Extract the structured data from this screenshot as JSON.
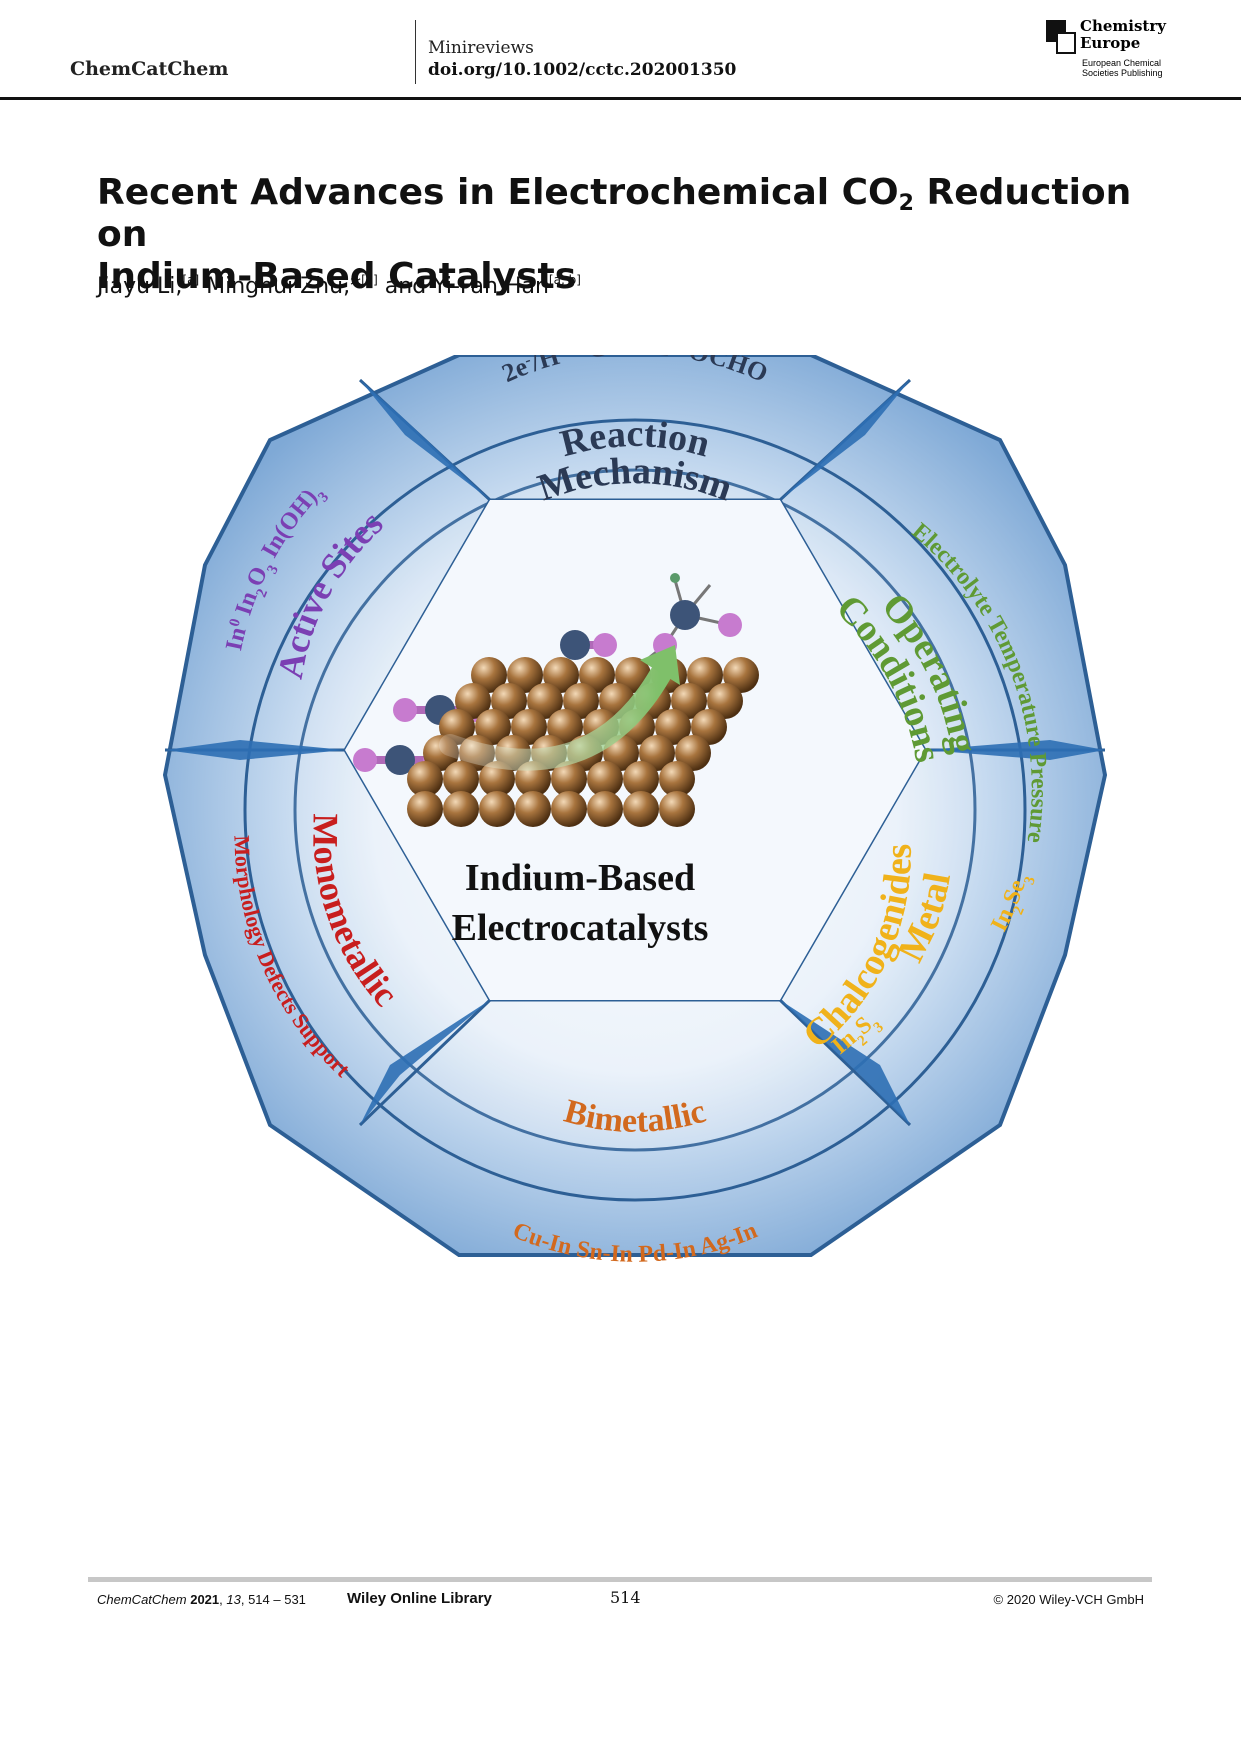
{
  "header": {
    "journal": "ChemCatChem",
    "section": "Minireviews",
    "doi": "doi.org/10.1002/cctc.202001350",
    "logo_line1": "Chemistry",
    "logo_line2": "Europe",
    "logo_sub1": "European Chemical",
    "logo_sub2": "Societies Publishing"
  },
  "article": {
    "title_part1": "Recent Advances in Electrochemical CO",
    "title_sub": "2",
    "title_part2": " Reduction on",
    "title_line2": "Indium-Based Catalysts",
    "authors": [
      {
        "name": "Jiayu Li,",
        "aff": "[a]"
      },
      {
        "name": " Minghui Zhu,*",
        "aff": "[a]"
      },
      {
        "name": " and Yi-Fan Han",
        "aff": "[a, b]"
      }
    ]
  },
  "figure": {
    "center_line1": "Indium-Based",
    "center_line2": "Electrocatalysts",
    "reaction_mechanism": {
      "title1": "Reaction",
      "title2": "Mechanism",
      "items": [
        "2e",
        "-",
        "/H",
        "+",
        "*COOH",
        "*OCHO"
      ]
    },
    "operating_conditions": {
      "title1": "Operating",
      "title2": "Conditions",
      "items": "Electrolyte Temperature Pressure"
    },
    "metal_chalcogenides": {
      "title1": "Metal",
      "title2": "Chalcogenides",
      "item1": "In",
      "item1_sub1": "2",
      "item1_mid": "Se",
      "item1_sub2": "3",
      "item2": "In",
      "item2_sub1": "2",
      "item2_mid": "S",
      "item2_sub2": "3"
    },
    "bimetallic": {
      "title": "Bimetallic",
      "items": "Cu-In  Sn-In  Pd-In  Ag-In"
    },
    "monometallic": {
      "title": "Monometallic",
      "items": "Morphology  Defects  Support"
    },
    "active_sites": {
      "title": "Active Sites",
      "in0": "In",
      "in0_sup": "0",
      "in2o3_a": "In",
      "in2o3_s1": "2",
      "in2o3_b": "O",
      "in2o3_s2": "3",
      "inoh3_a": "In(OH)",
      "inoh3_s": "3"
    },
    "colors": {
      "reaction": "#2b3a55",
      "operating": "#5f9a34",
      "chalcogenides": "#f0b21a",
      "bimetallic": "#d2691e",
      "monometallic": "#c81e1e",
      "active_sites": "#7b3fb3",
      "frame": "#2d5f95"
    }
  },
  "footer": {
    "citation_journal": "ChemCatChem",
    "citation_year": "2021",
    "citation_volume": "13",
    "citation_pages": "514 – 531",
    "library": "Wiley Online Library",
    "page": "514",
    "copyright": "© 2020 Wiley-VCH GmbH"
  }
}
